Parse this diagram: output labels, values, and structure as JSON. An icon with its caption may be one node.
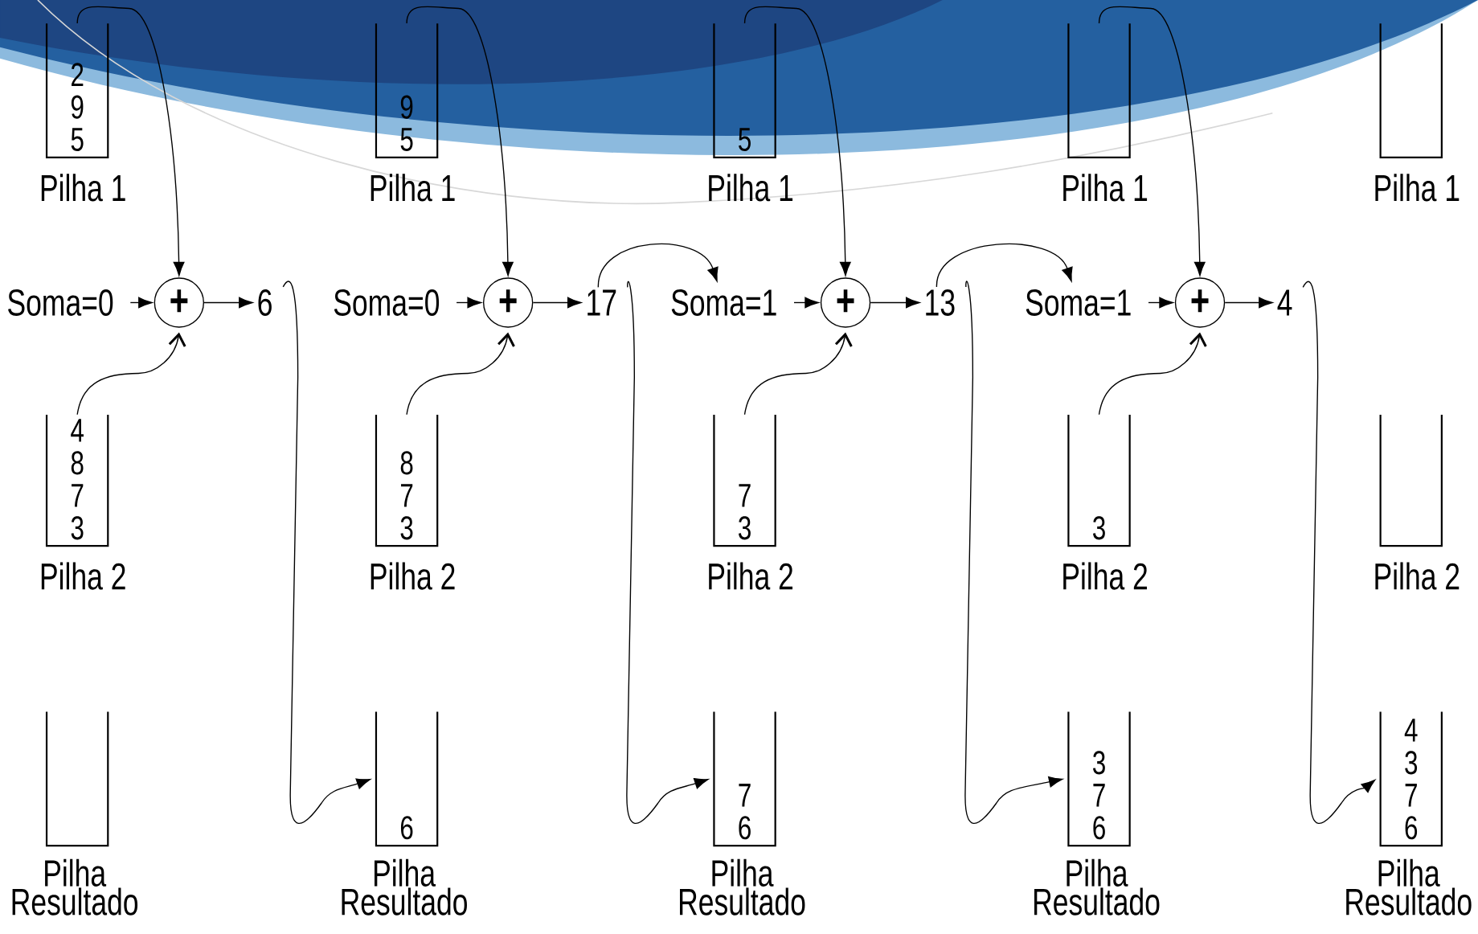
{
  "diagram": {
    "nodes": [
      {
        "text": [
          "2",
          "9",
          "5"
        ],
        "beside": [
          "Pilha 1"
        ]
      },
      {
        "text": [
          "Soma=0"
        ]
      },
      {
        "text": [
          "+"
        ]
      },
      {
        "text": [
          "6"
        ]
      },
      {
        "text": [
          "4",
          "8",
          "7",
          "3"
        ],
        "beside": [
          "Pilha 2"
        ]
      },
      {
        "text": [],
        "shape": "box",
        "beside": [
          "Pilha Resultado"
        ]
      },
      {
        "text": [
          "9",
          "5"
        ],
        "beside": [
          "Pilha 1"
        ]
      },
      {
        "text": [
          "Soma=0"
        ]
      },
      {
        "text": [
          "+"
        ]
      },
      {
        "text": [
          "17"
        ]
      },
      {
        "text": [
          "8",
          "7",
          "3"
        ],
        "beside": [
          "Pilha 2"
        ]
      },
      {
        "text": [
          "6"
        ],
        "beside": [
          "Pilha Resultado"
        ]
      },
      {
        "text": [
          "5"
        ],
        "beside": [
          "Pilha 1"
        ]
      },
      {
        "text": [
          "Soma=1"
        ]
      },
      {
        "text": [
          "+"
        ]
      },
      {
        "text": [
          "13"
        ]
      },
      {
        "text": [
          "7",
          "3"
        ],
        "beside": [
          "Pilha 2"
        ]
      },
      {
        "text": [
          "7",
          "6"
        ],
        "beside": [
          "Pilha Resultado"
        ]
      },
      {
        "text": [],
        "shape": "box",
        "beside": [
          "Pilha 1"
        ]
      },
      {
        "text": [
          "Soma=1"
        ]
      },
      {
        "text": [
          "+"
        ]
      },
      {
        "text": [
          "4"
        ]
      },
      {
        "text": [
          "3"
        ],
        "beside": [
          "Pilha 2"
        ]
      },
      {
        "text": [
          "3",
          "7",
          "6"
        ],
        "beside": [
          "Pilha Resultado"
        ]
      },
      {
        "text": [],
        "shape": "box",
        "beside": [
          "Pilha 1"
        ]
      },
      {
        "text": [],
        "shape": "box",
        "beside": [
          "Pilha 2"
        ]
      },
      {
        "text": [
          "4",
          "3",
          "7",
          "6"
        ],
        "beside": [
          "Pilha Resultado"
        ]
      }
    ],
    "edges": [
      {
        "from": 0,
        "to": 2,
        "arrow": "to"
      },
      {
        "from": 1,
        "to": 2,
        "arrow": "to"
      },
      {
        "from": 4,
        "to": 2,
        "arrow": "to"
      },
      {
        "from": 2,
        "to": 3,
        "arrow": "to"
      },
      {
        "from": 3,
        "to": 11,
        "arrow": "to"
      },
      {
        "from": 6,
        "to": 8,
        "arrow": "to"
      },
      {
        "from": 7,
        "to": 8,
        "arrow": "to"
      },
      {
        "from": 10,
        "to": 8,
        "arrow": "to"
      },
      {
        "from": 8,
        "to": 9,
        "arrow": "to"
      },
      {
        "from": 9,
        "to": 17,
        "arrow": "to"
      },
      {
        "from": 9,
        "to": 13,
        "arrow": "to"
      },
      {
        "from": 12,
        "to": 14,
        "arrow": "to"
      },
      {
        "from": 13,
        "to": 14,
        "arrow": "to"
      },
      {
        "from": 16,
        "to": 14,
        "arrow": "to"
      },
      {
        "from": 14,
        "to": 15,
        "arrow": "to"
      },
      {
        "from": 15,
        "to": 23,
        "arrow": "to"
      },
      {
        "from": 15,
        "to": 19,
        "arrow": "to"
      },
      {
        "from": 18,
        "to": 20,
        "arrow": "to"
      },
      {
        "from": 19,
        "to": 20,
        "arrow": "to"
      },
      {
        "from": 22,
        "to": 20,
        "arrow": "to"
      },
      {
        "from": 20,
        "to": 21,
        "arrow": "to"
      },
      {
        "from": 21,
        "to": 26,
        "arrow": "to"
      }
    ]
  }
}
